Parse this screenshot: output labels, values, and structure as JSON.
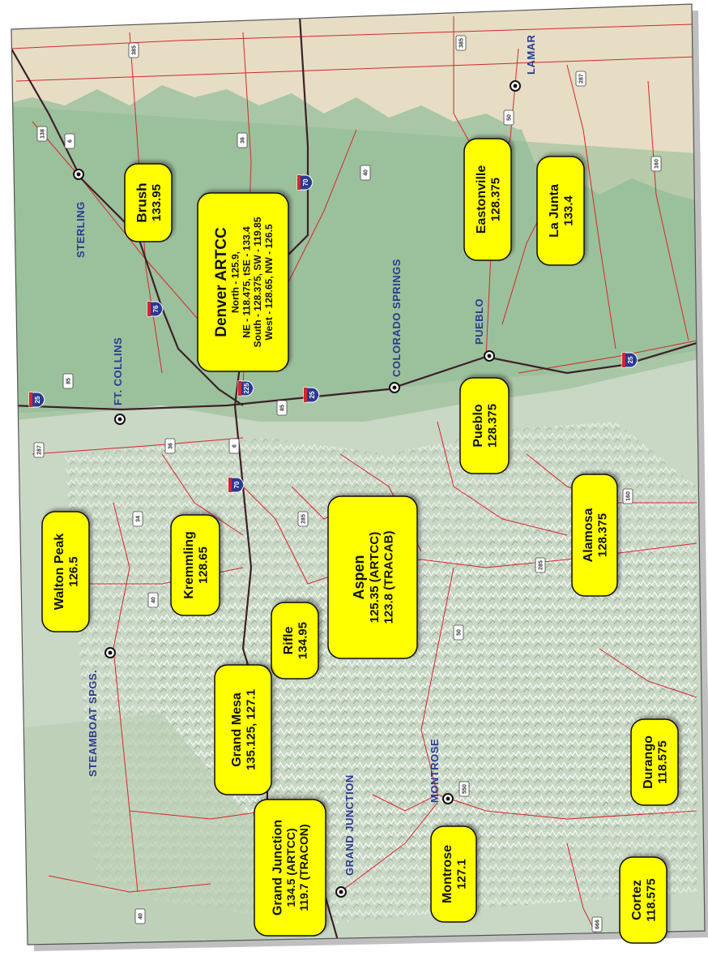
{
  "cities": [
    {
      "id": "sterling",
      "name": "STERLING"
    },
    {
      "id": "ft-collins",
      "name": "FT. COLLINS"
    },
    {
      "id": "colorado-springs",
      "name": "COLORADO SPRINGS"
    },
    {
      "id": "pueblo",
      "name": "PUEBLO"
    },
    {
      "id": "lamar",
      "name": "LAMAR"
    },
    {
      "id": "steamboat",
      "name": "STEAMBOAT SPGS."
    },
    {
      "id": "montrose",
      "name": "MONTROSE"
    },
    {
      "id": "grand-junction",
      "name": "GRAND JUNCTION"
    }
  ],
  "freq_boxes": [
    {
      "id": "brush",
      "lines": [
        "Brush",
        "133.95"
      ]
    },
    {
      "id": "denver-artcc",
      "lines": [
        "Denver ARTCC",
        "North - 125.9,",
        "NE - 118.475, tSE - 133.4",
        "South - 128.375, SW - 119.85",
        "West - 128.65, NW - 126.5"
      ]
    },
    {
      "id": "eastonville",
      "lines": [
        "Eastonville",
        "128.375"
      ]
    },
    {
      "id": "la-junta",
      "lines": [
        "La Junta",
        "133.4"
      ]
    },
    {
      "id": "pueblo-freq",
      "lines": [
        "Pueblo",
        "128.375"
      ]
    },
    {
      "id": "walton-peak",
      "lines": [
        "Walton Peak",
        "126.5"
      ]
    },
    {
      "id": "kremmling",
      "lines": [
        "Kremmling",
        "128.65"
      ]
    },
    {
      "id": "aspen",
      "lines": [
        "Aspen",
        "125.35 (ARTCC)",
        "123.8 (TRACAB)"
      ]
    },
    {
      "id": "alamosa",
      "lines": [
        "Alamosa",
        "128.375"
      ]
    },
    {
      "id": "rifle",
      "lines": [
        "Rifle",
        "134.95"
      ]
    },
    {
      "id": "grand-mesa",
      "lines": [
        "Grand Mesa",
        "135.125, 127.1"
      ]
    },
    {
      "id": "grand-junction-freq",
      "lines": [
        "Grand Junction",
        "134.5 (ARTCC)",
        "119.7 (TRACON)"
      ]
    },
    {
      "id": "montrose-freq",
      "lines": [
        "Montrose",
        "127.1"
      ]
    },
    {
      "id": "durango",
      "lines": [
        "Durango",
        "118.575"
      ]
    },
    {
      "id": "cortez",
      "lines": [
        "Cortez",
        "118.575"
      ]
    }
  ],
  "interstates": [
    "25",
    "76",
    "70",
    "225",
    "25",
    "70",
    "25"
  ],
  "us_routes": [
    "385",
    "385",
    "138",
    "6",
    "36",
    "40",
    "287",
    "50",
    "160",
    "85",
    "287",
    "36",
    "34",
    "40",
    "6",
    "85",
    "285",
    "50",
    "285",
    "160",
    "40",
    "550",
    "666"
  ],
  "colors": {
    "box_fill": "#ffff00",
    "city_text": "#2b3990",
    "road": "#d7262a",
    "interstate": "#3d2028",
    "plains": "#e6ddc4",
    "terrain": "#a9c7a6",
    "mountain": "#d9e2d8"
  }
}
